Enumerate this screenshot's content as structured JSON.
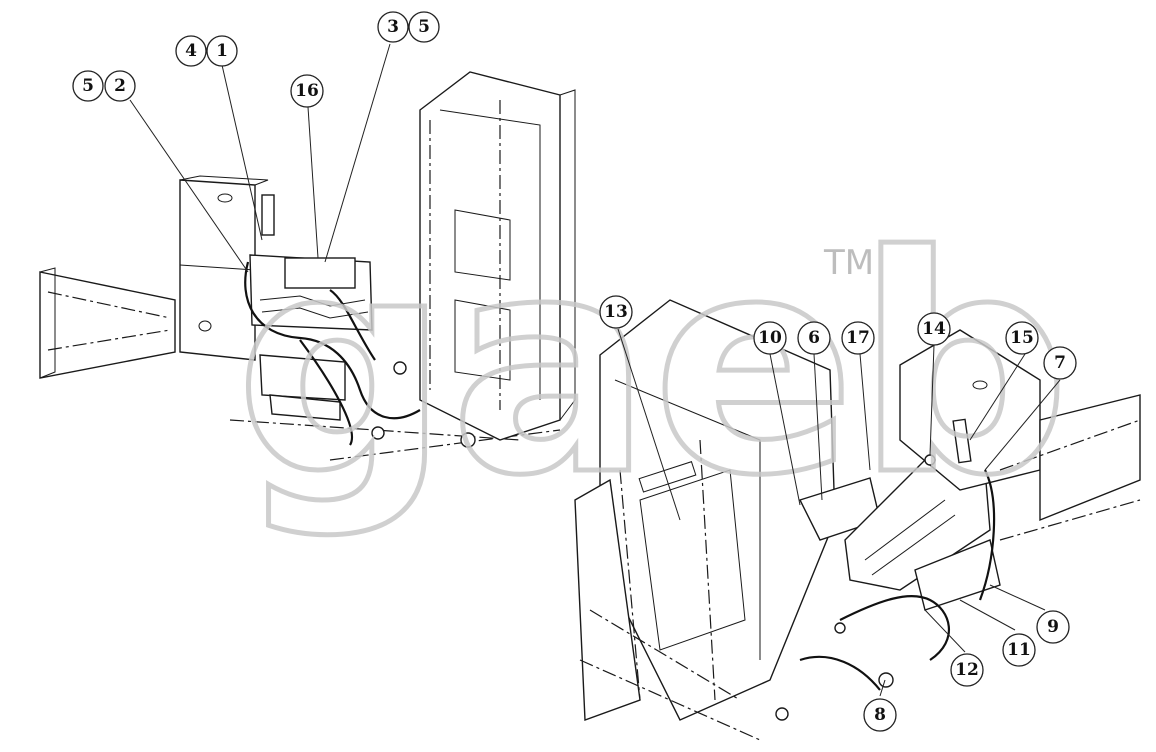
{
  "watermark": {
    "text": "gaeb",
    "tm": "TM"
  },
  "callouts_left": [
    {
      "id": "c-4",
      "label": "4"
    },
    {
      "id": "c-1",
      "label": "1"
    },
    {
      "id": "c-3",
      "label": "3"
    },
    {
      "id": "c-5a",
      "label": "5"
    },
    {
      "id": "c-5b",
      "label": "5"
    },
    {
      "id": "c-2",
      "label": "2"
    },
    {
      "id": "c-16",
      "label": "16"
    }
  ],
  "callouts_right": [
    {
      "id": "c-13",
      "label": "13"
    },
    {
      "id": "c-10",
      "label": "10"
    },
    {
      "id": "c-6",
      "label": "6"
    },
    {
      "id": "c-17",
      "label": "17"
    },
    {
      "id": "c-14",
      "label": "14"
    },
    {
      "id": "c-15",
      "label": "15"
    },
    {
      "id": "c-7",
      "label": "7"
    },
    {
      "id": "c-9",
      "label": "9"
    },
    {
      "id": "c-11",
      "label": "11"
    },
    {
      "id": "c-12",
      "label": "12"
    },
    {
      "id": "c-8",
      "label": "8"
    }
  ]
}
